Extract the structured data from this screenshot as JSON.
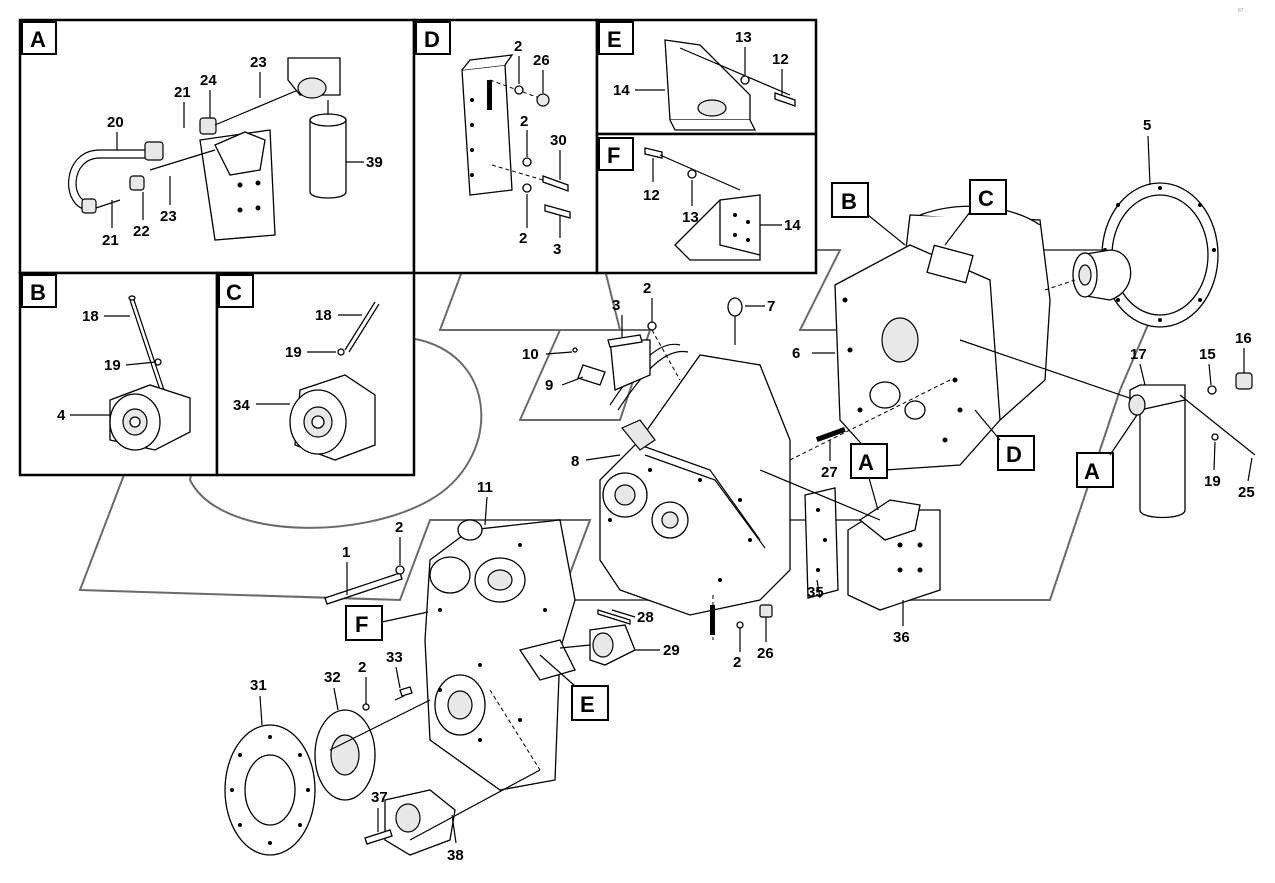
{
  "diagram": {
    "corner_code": "87...",
    "insets": [
      {
        "letter": "A",
        "labels": [
          "20",
          "21",
          "24",
          "23",
          "39",
          "21",
          "22",
          "23"
        ]
      },
      {
        "letter": "B",
        "labels": [
          "18",
          "19",
          "4"
        ]
      },
      {
        "letter": "C",
        "labels": [
          "18",
          "19",
          "34"
        ]
      },
      {
        "letter": "D",
        "labels": [
          "2",
          "26",
          "2",
          "30",
          "2",
          "3"
        ]
      },
      {
        "letter": "E",
        "labels": [
          "13",
          "12",
          "14"
        ]
      },
      {
        "letter": "F",
        "labels": [
          "12",
          "13",
          "14"
        ]
      }
    ],
    "main_tags": [
      "B",
      "C",
      "D",
      "A",
      "A",
      "F",
      "E"
    ],
    "main_labels": [
      "5",
      "17",
      "16",
      "15",
      "19",
      "25",
      "7",
      "3",
      "2",
      "6",
      "10",
      "9",
      "8",
      "27",
      "11",
      "2",
      "1",
      "35",
      "36",
      "28",
      "29",
      "2",
      "26",
      "31",
      "32",
      "2",
      "33",
      "37",
      "38"
    ]
  }
}
